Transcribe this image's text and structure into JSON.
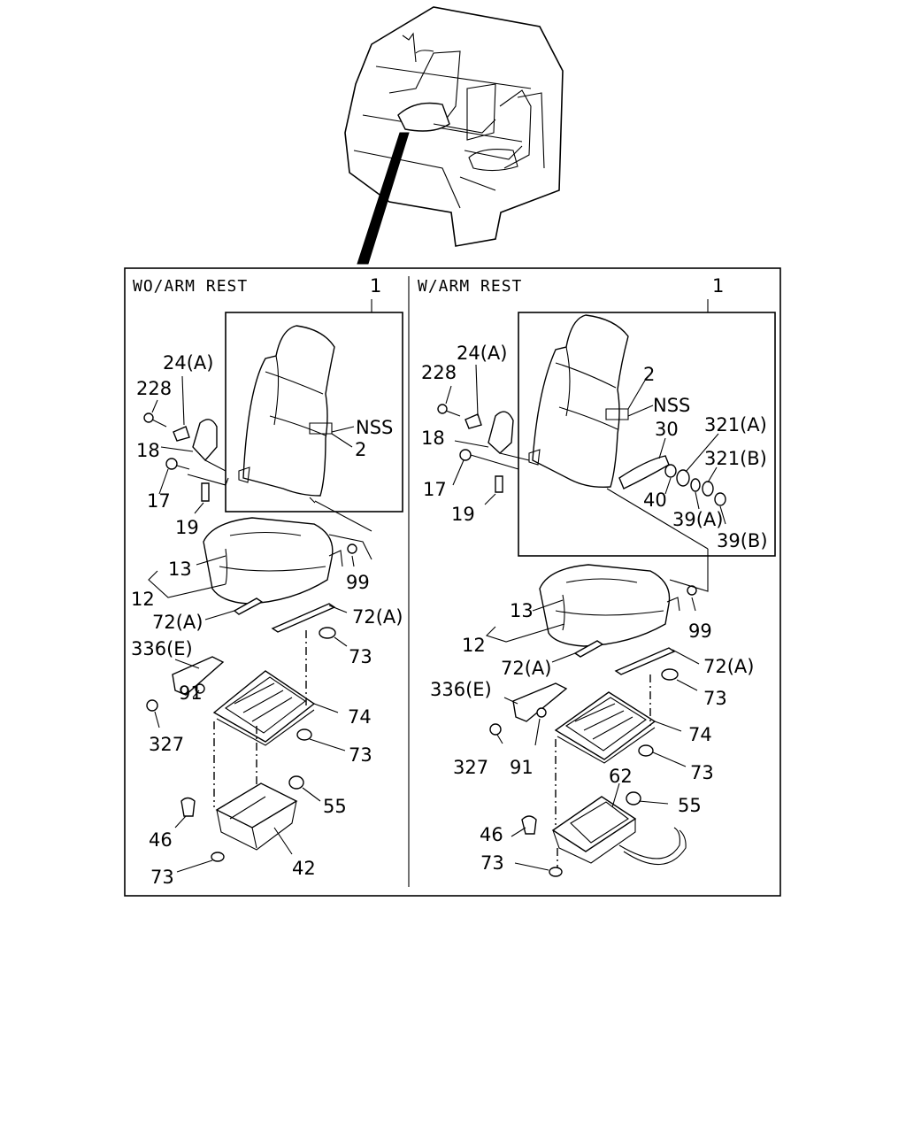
{
  "diagram": {
    "panels": {
      "left": {
        "header": "WO/ARM REST"
      },
      "right": {
        "header": "W/ARM REST"
      }
    },
    "left_labels": {
      "p1": "1",
      "p2": "2",
      "nss": "NSS",
      "p24a": "24(A)",
      "p228": "228",
      "p18": "18",
      "p17": "17",
      "p19": "19",
      "p13": "13",
      "p12": "12",
      "p99": "99",
      "p72a_left": "72(A)",
      "p72a_right": "72(A)",
      "p73_a": "73",
      "p336e": "336(E)",
      "p91": "91",
      "p327": "327",
      "p74": "74",
      "p73_b": "73",
      "p55": "55",
      "p46": "46",
      "p73_c": "73",
      "p42": "42"
    },
    "right_labels": {
      "p1": "1",
      "p2": "2",
      "nss": "NSS",
      "p24a": "24(A)",
      "p228": "228",
      "p18": "18",
      "p17": "17",
      "p19": "19",
      "p30": "30",
      "p321a": "321(A)",
      "p321b": "321(B)",
      "p40": "40",
      "p39a": "39(A)",
      "p39b": "39(B)",
      "p13": "13",
      "p12": "12",
      "p99": "99",
      "p72a_left": "72(A)",
      "p72a_right": "72(A)",
      "p73_a": "73",
      "p336e": "336(E)",
      "p74": "74",
      "p327": "327",
      "p91": "91",
      "p73_b": "73",
      "p62": "62",
      "p55": "55",
      "p46": "46",
      "p73_c": "73"
    }
  }
}
